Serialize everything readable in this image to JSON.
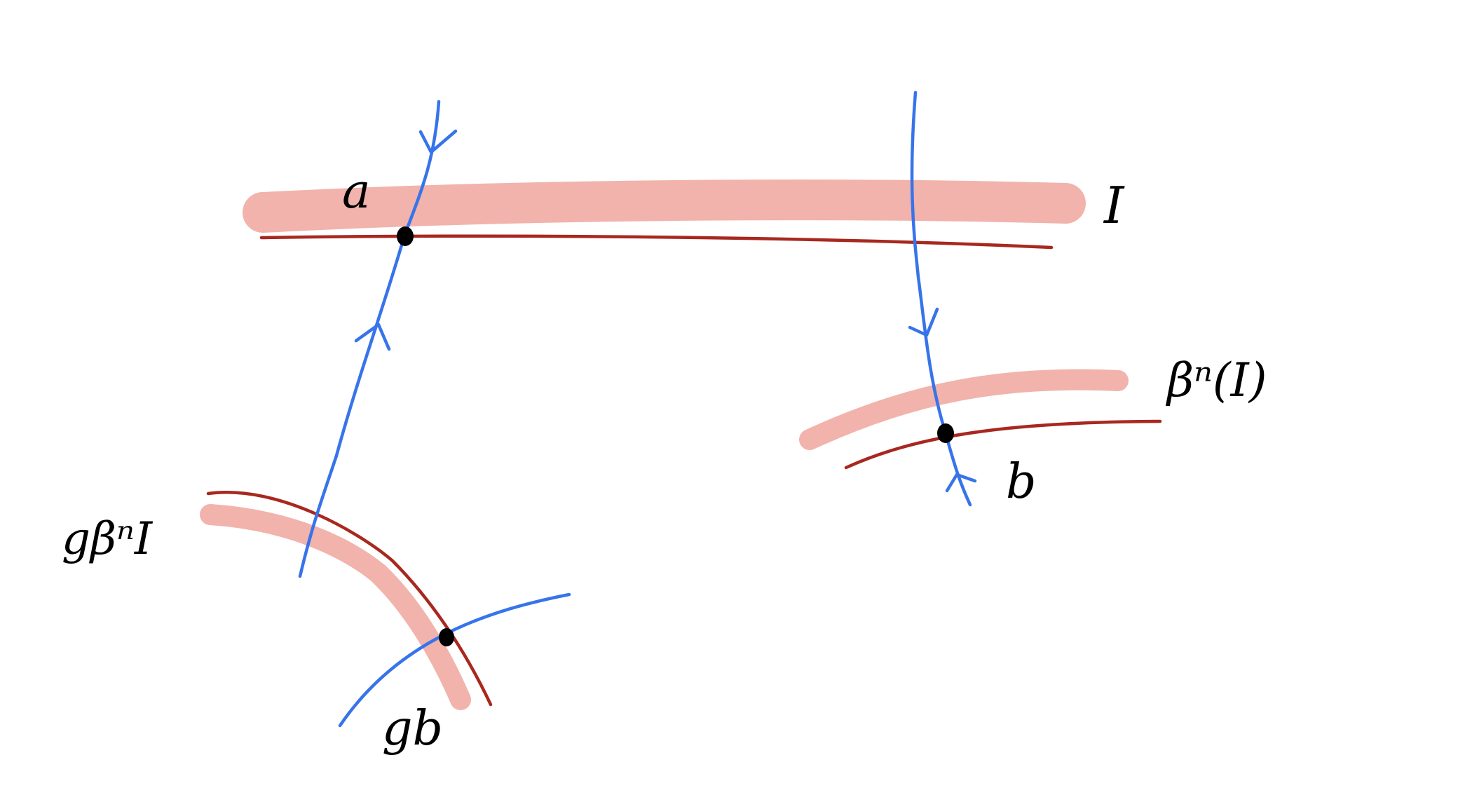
{
  "labels": {
    "a": "a",
    "I": "I",
    "beta_n_I": "βⁿ(I)",
    "b": "b",
    "g_beta_n_I": "gβⁿI",
    "gb": "gb"
  },
  "colors": {
    "highlight": "#f1b3ab",
    "curve_red": "#a8281f",
    "curve_blue": "#3774ea",
    "point": "#000000",
    "text": "#000000",
    "background": "#ffffff"
  }
}
